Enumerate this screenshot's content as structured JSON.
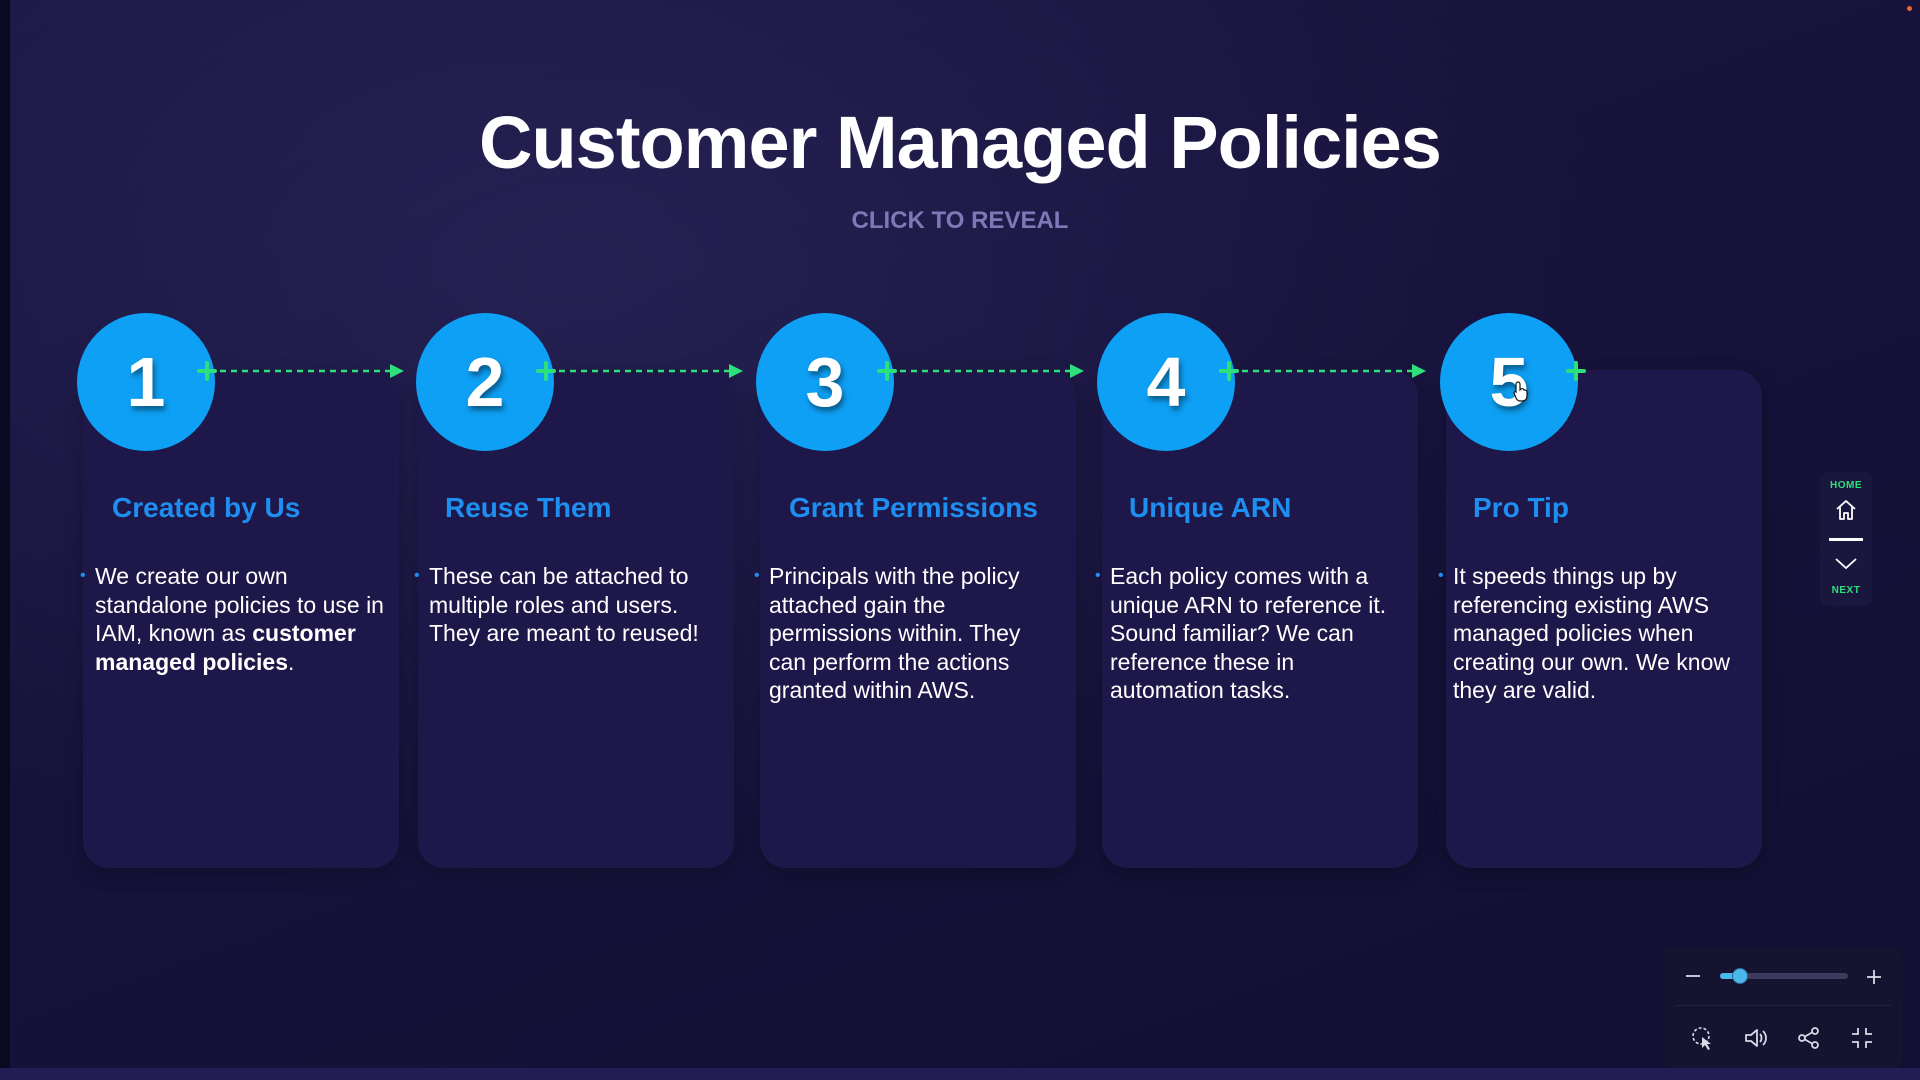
{
  "slide": {
    "title": "Customer Managed Policies",
    "subtitle": "CLICK TO REVEAL"
  },
  "steps": [
    {
      "number": "1",
      "title": "Created by Us",
      "body_plain": "We create our own standalone policies to use in IAM, known as ",
      "body_bold": "customer managed policies",
      "body_end": "."
    },
    {
      "number": "2",
      "title": "Reuse Them",
      "body_plain": "These can be attached to multiple roles and users. They are meant to reused!",
      "body_bold": "",
      "body_end": ""
    },
    {
      "number": "3",
      "title": "Grant Permissions",
      "body_plain": "Principals with the policy attached gain the permissions within. They can perform the actions granted within AWS.",
      "body_bold": "",
      "body_end": ""
    },
    {
      "number": "4",
      "title": "Unique ARN",
      "body_plain": "Each policy comes with a unique ARN to reference it. Sound familiar? We can reference these in automation tasks.",
      "body_bold": "",
      "body_end": ""
    },
    {
      "number": "5",
      "title": "Pro Tip",
      "body_plain": "It speeds things up by referencing existing AWS managed policies when creating our own. We know they are valid.",
      "body_bold": "",
      "body_end": ""
    }
  ],
  "nav": {
    "home_label": "HOME",
    "next_label": "NEXT"
  },
  "player_controls": {
    "zoom_out_icon": "minus-icon",
    "zoom_in_icon": "plus-icon",
    "zoom_level": 0.15,
    "buttons": [
      "cursor-select-icon",
      "volume-icon",
      "share-icon",
      "exit-fullscreen-icon"
    ]
  },
  "colors": {
    "accent_blue": "#0ea0f5",
    "title_blue": "#1e8ef0",
    "connector_green": "#2de07a",
    "card_bg": "#1d1849",
    "page_bg": "#16123a"
  }
}
